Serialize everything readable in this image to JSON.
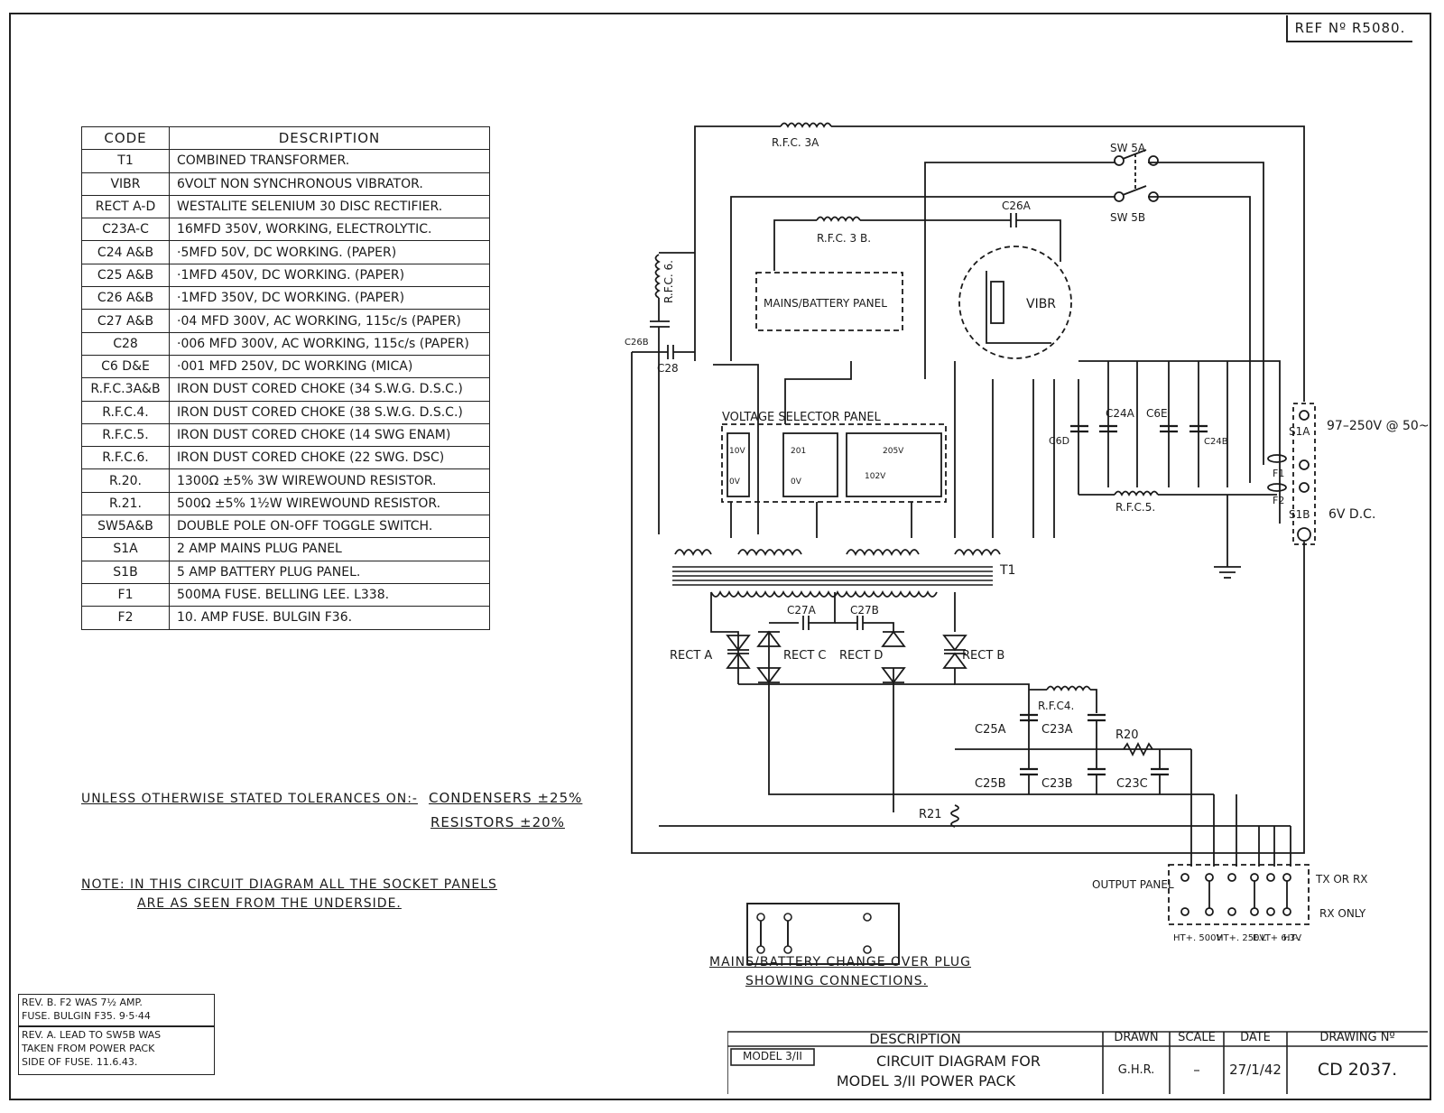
{
  "ref_no": "REF Nº R5080.",
  "table": {
    "headers": [
      "CODE",
      "DESCRIPTION"
    ],
    "rows": [
      [
        "T1",
        "COMBINED TRANSFORMER."
      ],
      [
        "VIBR",
        "6VOLT NON SYNCHRONOUS VIBRATOR."
      ],
      [
        "RECT A-D",
        "WESTALITE SELENIUM 30 DISC RECTIFIER."
      ],
      [
        "C23A-C",
        "16MFD 350V, WORKING, ELECTROLYTIC."
      ],
      [
        "C24 A&B",
        "·5MFD 50V, DC WORKING. (PAPER)"
      ],
      [
        "C25 A&B",
        "·1MFD 450V, DC WORKING. (PAPER)"
      ],
      [
        "C26 A&B",
        "·1MFD 350V, DC WORKING. (PAPER)"
      ],
      [
        "C27 A&B",
        "·04 MFD 300V, AC WORKING, 115c/s (PAPER)"
      ],
      [
        "C28",
        "·006 MFD 300V, AC WORKING, 115c/s (PAPER)"
      ],
      [
        "C6 D&E",
        "·001 MFD 250V, DC WORKING (MICA)"
      ],
      [
        "R.F.C.3A&B",
        "IRON DUST CORED CHOKE (34 S.W.G. D.S.C.)"
      ],
      [
        "R.F.C.4.",
        "IRON DUST CORED CHOKE (38 S.W.G. D.S.C.)"
      ],
      [
        "R.F.C.5.",
        "IRON DUST CORED CHOKE (14 SWG ENAM)"
      ],
      [
        "R.F.C.6.",
        "IRON DUST CORED CHOKE (22 SWG. DSC)"
      ],
      [
        "R.20.",
        "1300Ω ±5% 3W WIREWOUND RESISTOR."
      ],
      [
        "R.21.",
        "500Ω ±5% 1½W WIREWOUND RESISTOR."
      ],
      [
        "SW5A&B",
        "DOUBLE POLE ON-OFF TOGGLE SWITCH."
      ],
      [
        "S1A",
        "2 AMP MAINS PLUG PANEL"
      ],
      [
        "S1B",
        "5 AMP BATTERY PLUG PANEL."
      ],
      [
        "F1",
        "500MA FUSE. BELLING LEE. L338."
      ],
      [
        "F2",
        "10. AMP FUSE. BULGIN F36."
      ]
    ]
  },
  "tolerance_note": {
    "prefix": "UNLESS OTHERWISE STATED TOLERANCES ON:-",
    "condensers": "CONDENSERS ±25%",
    "resistors": "RESISTORS ±20%"
  },
  "panel_note": {
    "line1": "NOTE: IN THIS CIRCUIT DIAGRAM ALL THE SOCKET PANELS",
    "line2": "ARE AS SEEN FROM THE UNDERSIDE."
  },
  "revisions": {
    "rev_b": [
      "REV. B. F2 WAS 7½ AMP.",
      "FUSE. BULGIN F35. 9·5·44"
    ],
    "rev_a": [
      "REV. A. LEAD TO SW5B WAS",
      "TAKEN FROM POWER PACK",
      "SIDE OF FUSE. 11.6.43."
    ]
  },
  "plug_caption": {
    "line1": "MAINS/BATTERY CHANGE OVER PLUG",
    "line2": "SHOWING CONNECTIONS."
  },
  "title_block": {
    "description_header": "DESCRIPTION",
    "drawn_header": "DRAWN",
    "scale_header": "SCALE",
    "date_header": "DATE",
    "drawing_no_header": "DRAWING Nº",
    "model_tag": "MODEL 3/II",
    "title_line1": "CIRCUIT DIAGRAM FOR",
    "title_line2": "MODEL 3/II POWER PACK",
    "drawn": "G.H.R.",
    "scale": "–",
    "date": "27/1/42",
    "drawing_no": "CD 2037."
  },
  "schematic_labels": {
    "rfc3a": "R.F.C. 3A",
    "rfc3b": "R.F.C. 3 B.",
    "rfc6": "R.F.C. 6.",
    "rfc5": "R.F.C.5.",
    "rfc4": "R.F.C4.",
    "c26a": "C26A",
    "c26b": "C26B",
    "c28": "C28",
    "sw5a": "SW 5A",
    "sw5b": "SW 5B",
    "mains_battery_panel": "MAINS/BATTERY PANEL",
    "vibr": "VIBR",
    "voltage_selector": "VOLTAGE SELECTOR PANEL",
    "t1": "T1",
    "c24a": "C24A",
    "c6e": "C6E",
    "c6d": "C6D",
    "c24b": "C24B",
    "s1a": "S1A",
    "s1b": "S1B",
    "f1": "F1",
    "f2": "F2",
    "mains_in": "97–250V @ 50~",
    "dc_in": "6V D.C.",
    "c27a": "C27A",
    "c27b": "C27B",
    "rect_a": "RECT A",
    "rect_b": "RECT B",
    "rect_c": "RECT C",
    "rect_d": "RECT D",
    "c25a": "C25A",
    "c25b": "C25B",
    "c23a": "C23A",
    "c23b": "C23B",
    "c23c": "C23C",
    "r20": "R20",
    "r21": "R21",
    "output_panel": "OUTPUT PANEL",
    "tx_or_rx": "TX OR RX",
    "rx_only": "RX ONLY",
    "ht500": "HT+. 500V",
    "ht250": "HT+. 250V",
    "elt": "E.LT+ 6.3V",
    "ht_minus": "HT-.",
    "v10": "10V",
    "v0a": "0V",
    "v0b": "0V",
    "v201": "201",
    "v205": "205V",
    "v102": "102V"
  }
}
